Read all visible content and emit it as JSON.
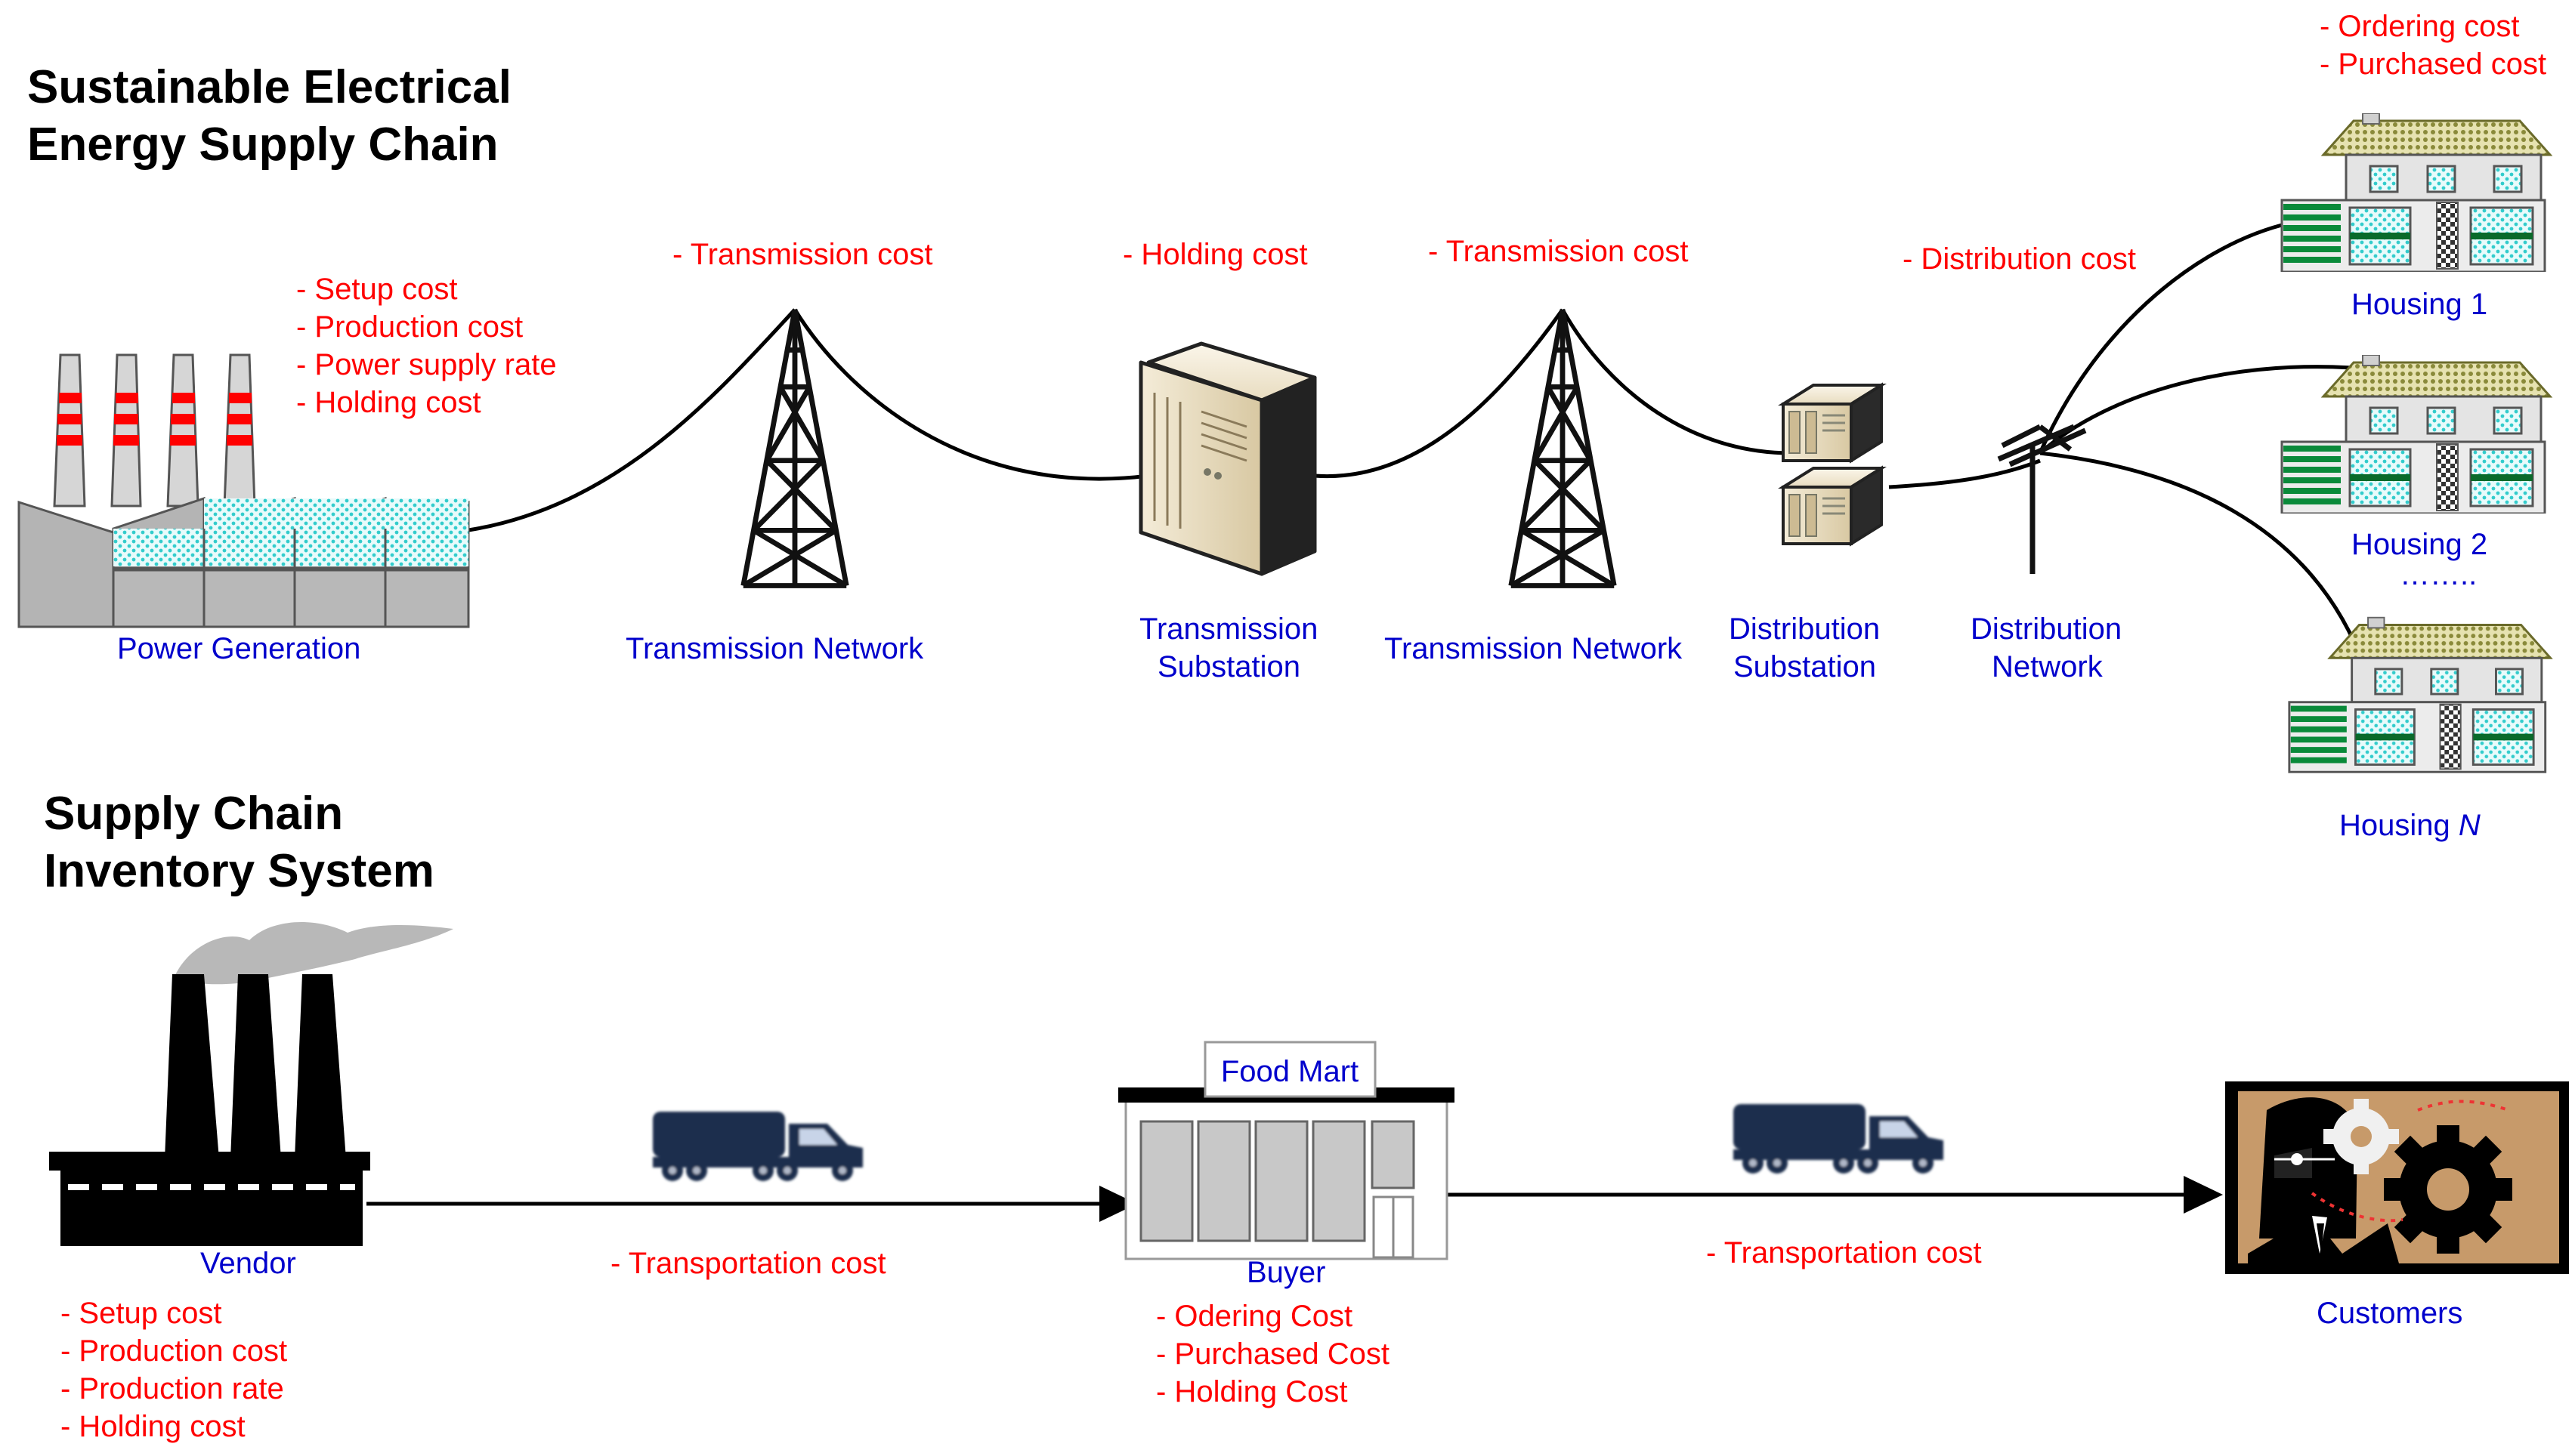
{
  "titles": {
    "energy": [
      "Sustainable Electrical",
      "Energy Supply Chain"
    ],
    "inventory": [
      "Supply Chain",
      "Inventory System"
    ]
  },
  "energy_chain": {
    "power_generation": {
      "label": "Power Generation",
      "costs": [
        "- Setup cost",
        "- Production cost",
        "- Power supply rate",
        "- Holding cost"
      ]
    },
    "transmission_network_1": {
      "label": "Transmission Network",
      "cost": "- Transmission cost"
    },
    "transmission_substation": {
      "label": [
        "Transmission",
        "Substation"
      ],
      "cost": "- Holding cost"
    },
    "transmission_network_2": {
      "label": "Transmission Network",
      "cost": "- Transmission cost"
    },
    "distribution_substation": {
      "label": [
        "Distribution",
        "Substation"
      ]
    },
    "distribution_network": {
      "label": [
        "Distribution",
        "Network"
      ],
      "cost": "- Distribution cost"
    },
    "housing": {
      "costs": [
        "- Ordering cost",
        "- Purchased cost"
      ],
      "house_1": "Housing 1",
      "house_2": "Housing 2",
      "ellipsis": "……..",
      "house_n_prefix": "Housing ",
      "house_n_var": "N"
    }
  },
  "inventory_chain": {
    "vendor": {
      "label": "Vendor",
      "costs": [
        "- Setup cost",
        "- Production cost",
        "- Production rate",
        "- Holding cost"
      ]
    },
    "transport_1": {
      "cost": "- Transportation cost"
    },
    "buyer": {
      "store_sign": "Food Mart",
      "label": "Buyer",
      "costs": [
        "- Odering Cost",
        "- Purchased Cost",
        "- Holding Cost"
      ]
    },
    "transport_2": {
      "cost": "- Transportation cost"
    },
    "customers": {
      "label": "Customers"
    }
  },
  "colors": {
    "label_blue": "#0000cc",
    "cost_red": "#ff0000",
    "truck_navy": "#1f2f4d",
    "factory_gray": "#b4b4b4",
    "glass_cyan": "#33cccc",
    "house_green": "#0a8a3a",
    "roof_olive": "#9a9a4a",
    "customer_bg": "#c79a6a"
  }
}
